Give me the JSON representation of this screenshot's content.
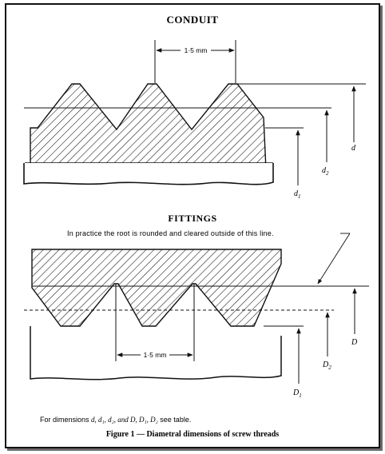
{
  "figure": {
    "title_conduit": "CONDUIT",
    "title_fittings": "FITTINGS",
    "pitch_conduit": "1·5 mm",
    "pitch_fittings": "1·5 mm",
    "note": "In practice the root is rounded and cleared outside of this line.",
    "footnote_prefix": "For dimensions ",
    "footnote_vars": "d, d₁, d₂, and D, D₁, D₂",
    "footnote_suffix": " see table.",
    "caption": "Figure 1 — Diametral dimensions of screw threads"
  },
  "labels": {
    "d": "d",
    "d2": "d",
    "d2_sub": "2",
    "d1": "d",
    "d1_sub": "1",
    "D": "D",
    "D2": "D",
    "D2_sub": "2",
    "D1": "D",
    "D1_sub": "1"
  },
  "colors": {
    "ink": "#111111",
    "paper": "#ffffff",
    "shadow": "#6a6a6a"
  }
}
